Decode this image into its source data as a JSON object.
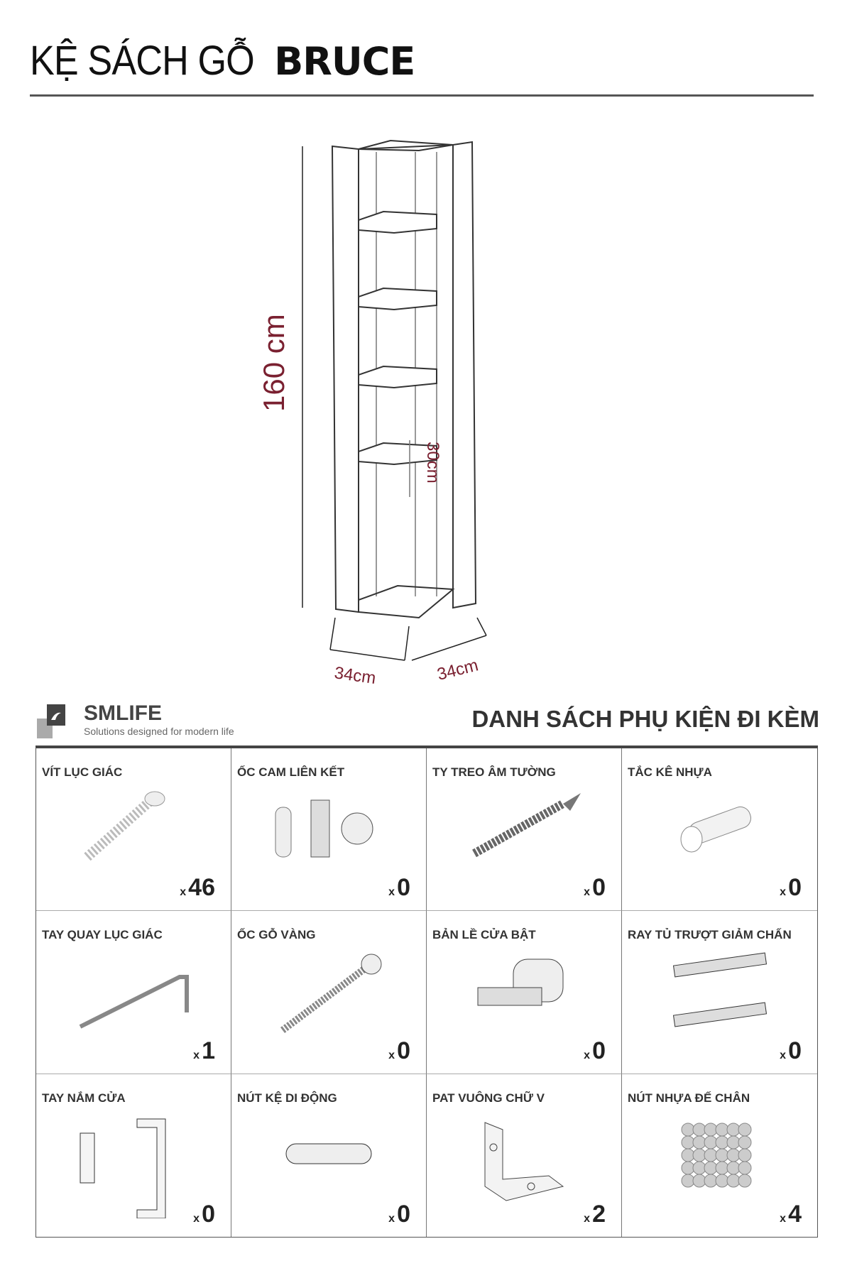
{
  "header": {
    "title_light": "KỆ SÁCH GỖ",
    "title_bold": "BRUCE"
  },
  "dimensions": {
    "height": "160 cm",
    "shelf_gap": "30cm",
    "width_left": "34cm",
    "width_right": "34cm"
  },
  "brand": {
    "name": "SMLIFE",
    "tagline": "Solutions designed for modern life"
  },
  "accessories": {
    "title": "DANH SÁCH PHỤ KIỆN ĐI KÈM",
    "qty_prefix": "x",
    "items": [
      {
        "label": "VÍT LỤC GIÁC",
        "qty": "46",
        "icon": "hex-screw-icon"
      },
      {
        "label": "ỐC CAM LIÊN KẾT",
        "qty": "0",
        "icon": "cam-lock-icon"
      },
      {
        "label": "TY TREO ÂM TƯỜNG",
        "qty": "0",
        "icon": "wall-anchor-bolt-icon"
      },
      {
        "label": "TẮC KÊ NHỰA",
        "qty": "0",
        "icon": "plastic-anchor-icon"
      },
      {
        "label": "TAY QUAY LỤC GIÁC",
        "qty": "1",
        "icon": "allen-key-icon"
      },
      {
        "label": "ỐC GỖ VÀNG",
        "qty": "0",
        "icon": "wood-screw-icon"
      },
      {
        "label": "BẢN LỀ CỬA BẬT",
        "qty": "0",
        "icon": "hinge-icon"
      },
      {
        "label": "RAY TỦ TRƯỢT GIẢM CHẤN",
        "qty": "0",
        "icon": "drawer-rail-icon"
      },
      {
        "label": "TAY NẮM CỬA",
        "qty": "0",
        "icon": "door-handle-icon"
      },
      {
        "label": "NÚT KỆ DI ĐỘNG",
        "qty": "0",
        "icon": "shelf-pin-icon"
      },
      {
        "label": "PAT VUÔNG CHỮ V",
        "qty": "2",
        "icon": "angle-bracket-icon"
      },
      {
        "label": "NÚT NHỰA ĐẾ CHÂN",
        "qty": "4",
        "icon": "plastic-feet-icon"
      }
    ]
  }
}
